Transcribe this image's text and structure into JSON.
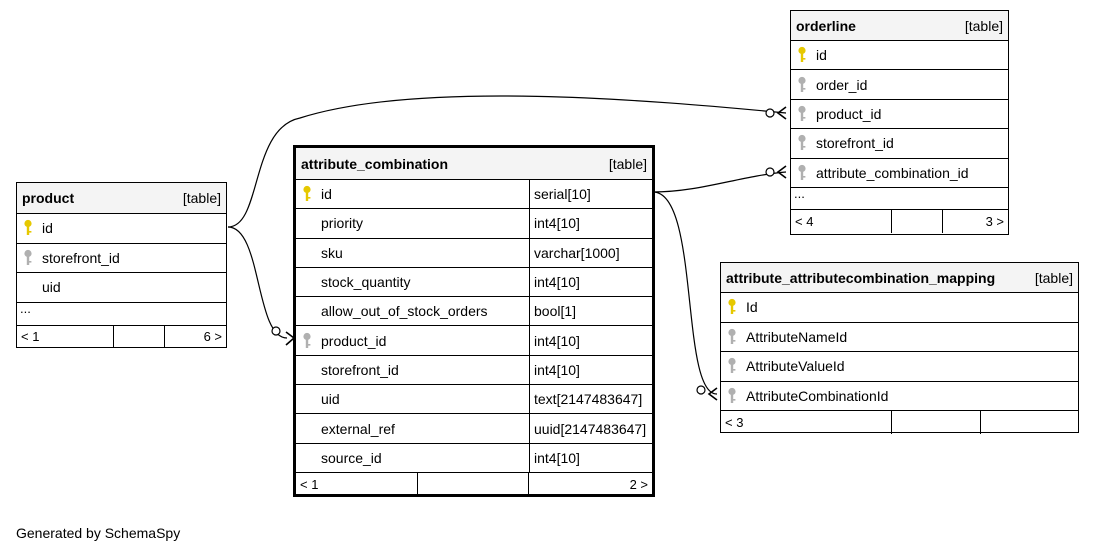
{
  "tables": {
    "product": {
      "name": "product",
      "type_label": "[table]",
      "columns": [
        {
          "name": "id",
          "key": "primary"
        },
        {
          "name": "storefront_id",
          "key": "foreign"
        },
        {
          "name": "uid",
          "key": "none"
        }
      ],
      "ellipsis": "...",
      "footer": {
        "left": "< 1",
        "right": "6 >"
      }
    },
    "attribute_combination": {
      "name": "attribute_combination",
      "type_label": "[table]",
      "columns": [
        {
          "name": "id",
          "type": "serial[10]",
          "key": "primary"
        },
        {
          "name": "priority",
          "type": "int4[10]",
          "key": "none"
        },
        {
          "name": "sku",
          "type": "varchar[1000]",
          "key": "none"
        },
        {
          "name": "stock_quantity",
          "type": "int4[10]",
          "key": "none"
        },
        {
          "name": "allow_out_of_stock_orders",
          "type": "bool[1]",
          "key": "none"
        },
        {
          "name": "product_id",
          "type": "int4[10]",
          "key": "foreign"
        },
        {
          "name": "storefront_id",
          "type": "int4[10]",
          "key": "none"
        },
        {
          "name": "uid",
          "type": "text[2147483647]",
          "key": "none"
        },
        {
          "name": "external_ref",
          "type": "uuid[2147483647]",
          "key": "none"
        },
        {
          "name": "source_id",
          "type": "int4[10]",
          "key": "none"
        }
      ],
      "footer": {
        "left": "< 1",
        "right": "2 >"
      }
    },
    "orderline": {
      "name": "orderline",
      "type_label": "[table]",
      "columns": [
        {
          "name": "id",
          "key": "primary"
        },
        {
          "name": "order_id",
          "key": "foreign"
        },
        {
          "name": "product_id",
          "key": "foreign"
        },
        {
          "name": "storefront_id",
          "key": "foreign"
        },
        {
          "name": "attribute_combination_id",
          "key": "foreign"
        }
      ],
      "ellipsis": "...",
      "footer": {
        "left": "< 4",
        "right": "3 >"
      }
    },
    "mapping": {
      "name": "attribute_attributecombination_mapping",
      "type_label": "[table]",
      "columns": [
        {
          "name": "Id",
          "key": "primary"
        },
        {
          "name": "AttributeNameId",
          "key": "foreign"
        },
        {
          "name": "AttributeValueId",
          "key": "foreign"
        },
        {
          "name": "AttributeCombinationId",
          "key": "foreign"
        }
      ],
      "footer": {
        "left": "< 3",
        "right": ""
      }
    }
  },
  "credit": "Generated by SchemaSpy",
  "colors": {
    "primary_key": "#e6c800",
    "foreign_key": "#b0b0b0",
    "line": "#000000"
  }
}
